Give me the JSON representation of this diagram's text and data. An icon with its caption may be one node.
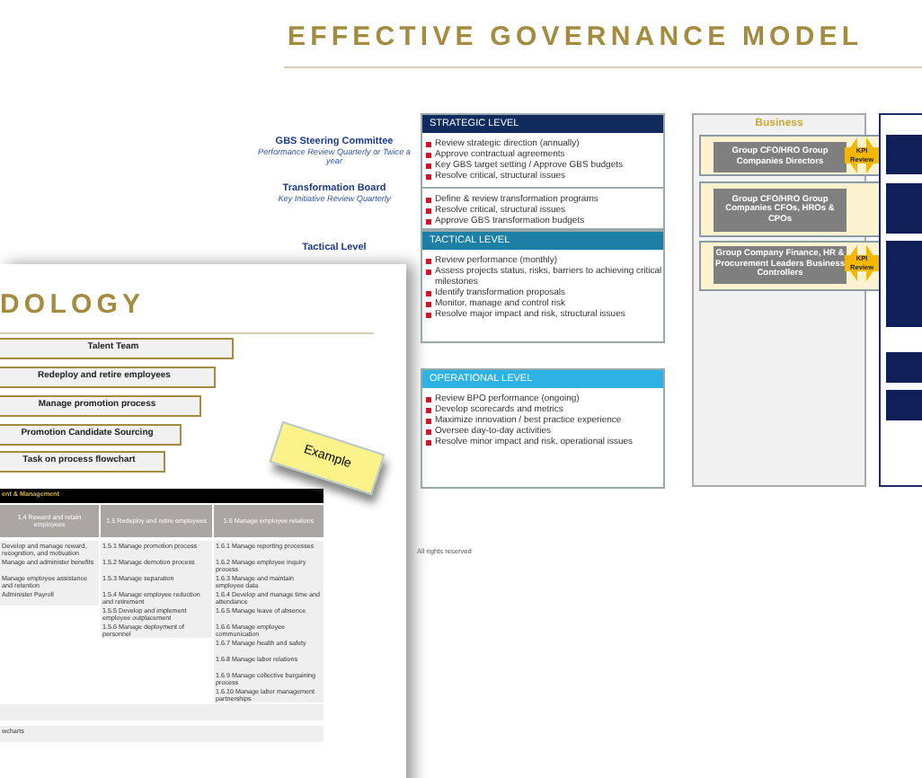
{
  "diagram": {
    "title": "EFFECTIVE GOVERNANCE MODEL",
    "nodes": [
      {
        "text": [
          "GBS Steering Committee",
          "Performance Review Quarterly or Twice a year"
        ]
      },
      {
        "text": [
          "Transformation Board",
          "Key Initiative Review Quarterly"
        ]
      },
      {
        "text": [
          "Tactical Level"
        ]
      },
      {
        "text": [
          "STRATEGIC LEVEL",
          "Review strategic direction (annually)",
          "Approve contractual agreements",
          "Key GBS target setting / Approve GBS budgets",
          "Resolve critical, structural issues",
          "Define & review transformation programs",
          "Resolve critical, structural issues",
          "Approve GBS transformation budgets"
        ]
      },
      {
        "text": [
          "TACTICAL LEVEL",
          "Review performance (monthly)",
          "Assess projects status, risks, barriers to achieving critical milestones",
          "Identify transformation proposals",
          "Monitor, manage and control risk",
          "Resolve major impact and risk, structural issues"
        ]
      },
      {
        "text": [
          "OPERATIONAL LEVEL",
          "Review BPO performance (ongoing)",
          "Develop scorecards and metrics",
          "Maximize innovation / best practice experience",
          "Oversee day-to-day activities",
          "Resolve minor impact and risk, operational issues"
        ]
      },
      {
        "text": [
          "Business"
        ]
      },
      {
        "text": [
          "Group CFO/HRO Group Companies Directors"
        ],
        "in": 6
      },
      {
        "text": [
          "Group CFO/HRO Group Companies CFOs, HROs & CPOs"
        ],
        "in": 6
      },
      {
        "text": [
          "Group Company Finance, HR & Procurement Leaders Business Controllers"
        ],
        "in": 6
      },
      {
        "text": [],
        "shape": "box"
      },
      {
        "text": [
          "DOLOGY"
        ]
      },
      {
        "text": [
          "Talent Team"
        ],
        "in": 11
      },
      {
        "text": [
          "Redeploy and retire employees"
        ],
        "in": 11
      },
      {
        "text": [
          "Manage promotion process"
        ],
        "in": 11
      },
      {
        "text": [
          "Promotion Candidate Sourcing"
        ],
        "in": 11
      },
      {
        "text": [
          "Task on process flowchart"
        ],
        "in": 11
      },
      {
        "text": [
          "Example"
        ],
        "in": 11
      }
    ],
    "edges": [
      {
        "from": 7,
        "to": 10,
        "arrow": "both",
        "label": "KPI Review"
      },
      {
        "from": 9,
        "to": 10,
        "arrow": "both",
        "label": "KPI Review"
      }
    ],
    "labels": [
      "ent & Management",
      "1.4 Reward and retain employees",
      "1.5 Redeploy and retire employees",
      "1.6 Manage employee relations",
      "Develop and manage reward, recognition, and motivation programs",
      "1.5.1 Manage promotion process",
      "1.6.1 Manage reporting processes",
      "Manage and administer benefits",
      "1.5.2 Manage demotion process",
      "1.6.2 Manage employee inquiry process",
      "Manage employee assistance and retention",
      "1.5.3 Manage separation",
      "1.6.3 Manage and maintain employee data",
      "Administer Payroll",
      "1.5.4 Manage employee reduction and retirement",
      "1.6.4 Develop and manage time and attendance",
      "1.5.5 Develop and implement employee outplacement",
      "1.6.5 Manage leave of absence",
      "1.5.6 Manage deployment of personnel",
      "1.6.6 Manage employee communication",
      "1.6.7 Manage health and safety",
      "1.6.8 Manage labor relations",
      "1.6.9 Manage collective bargaining process",
      "1.6.10 Manage labor management partnerships",
      "wcharts",
      "All rights reserved"
    ]
  }
}
